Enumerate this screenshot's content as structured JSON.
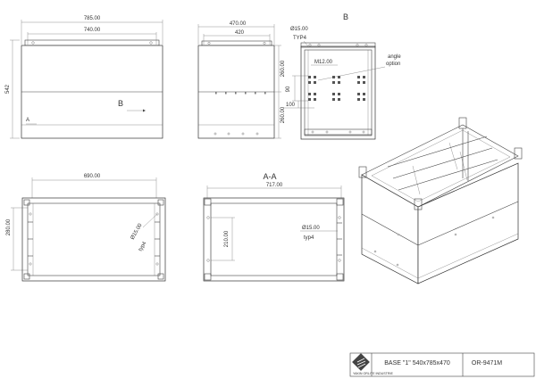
{
  "front_view": {
    "width_outer": "785.00",
    "width_inner": "740.00",
    "height_total": "542",
    "section_label": "B",
    "cut_label": "A"
  },
  "side_view": {
    "width_outer": "470.00",
    "width_inner": "420",
    "height_upper": "260.00",
    "height_lower": "260.00"
  },
  "detail_b": {
    "title": "B",
    "hole_dia": "Ø15.00",
    "hole_typ": "TYP4",
    "thread": "M12.00",
    "angle_note_1": "angle",
    "angle_note_2": "option",
    "dim_90": "90",
    "dim_100": "100"
  },
  "top_view": {
    "width": "690.00",
    "depth": "280.00",
    "hole_dia": "Ø15.00",
    "hole_typ": "typ4"
  },
  "section_aa": {
    "title": "A-A",
    "width": "717.00",
    "height": "210.00",
    "hole_dia": "Ø15.00",
    "hole_typ": "typ4"
  },
  "title_block": {
    "company": "YAKIN ORLITE INDUSTRIE",
    "description": "BASE \"1\" 540x785x470",
    "part_number": "OR-9471M"
  }
}
